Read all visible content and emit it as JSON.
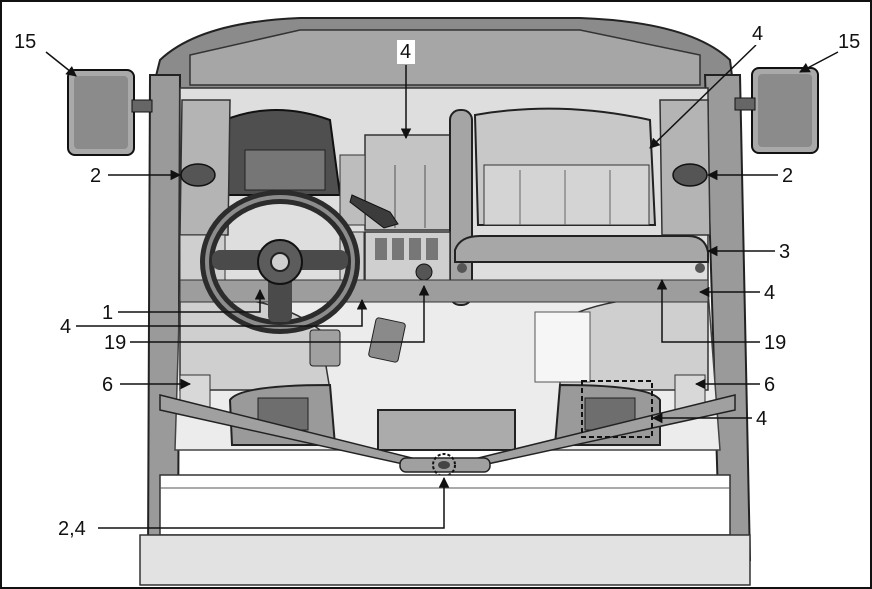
{
  "diagram": {
    "callouts": [
      {
        "id": "mirror-left",
        "label": "15"
      },
      {
        "id": "mirror-right",
        "label": "15"
      },
      {
        "id": "dash-storage",
        "label": "4"
      },
      {
        "id": "glovebox",
        "label": "4"
      },
      {
        "id": "cupholder-left",
        "label": "2"
      },
      {
        "id": "cupholder-right",
        "label": "2"
      },
      {
        "id": "grab-bar",
        "label": "3"
      },
      {
        "id": "grab-bar-bottom",
        "label": "4"
      },
      {
        "id": "steering-wheel",
        "label": "1"
      },
      {
        "id": "under-steering",
        "label": "4"
      },
      {
        "id": "outlet-left",
        "label": "19"
      },
      {
        "id": "outlet-right",
        "label": "19"
      },
      {
        "id": "seat-left-side",
        "label": "6"
      },
      {
        "id": "seat-right-side",
        "label": "6"
      },
      {
        "id": "seat-storage",
        "label": "4"
      },
      {
        "id": "center-cupholder",
        "label": "2,4"
      }
    ]
  }
}
